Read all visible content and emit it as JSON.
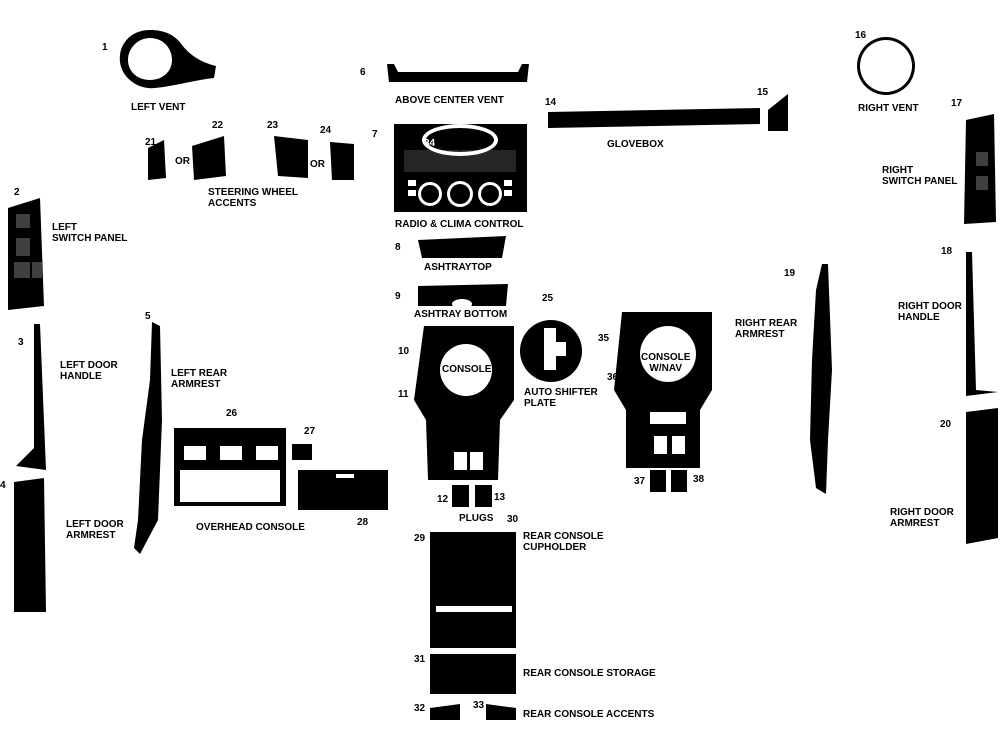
{
  "parts": [
    {
      "num": "1",
      "label": "LEFT VENT"
    },
    {
      "num": "2",
      "label": "LEFT\nSWITCH PANEL"
    },
    {
      "num": "3",
      "label": "LEFT DOOR\nHANDLE"
    },
    {
      "num": "4",
      "label": "LEFT DOOR\nARMREST"
    },
    {
      "num": "5",
      "label": "LEFT REAR\nARMREST"
    },
    {
      "num": "6",
      "label": "ABOVE CENTER VENT"
    },
    {
      "num": "7",
      "label": "RADIO & CLIMA CONTROL"
    },
    {
      "num": "8",
      "label": "ASHTRAYTOP"
    },
    {
      "num": "9",
      "label": "ASHTRAY BOTTOM"
    },
    {
      "num": "10",
      "label": "CONSOLE"
    },
    {
      "num": "11",
      "label": ""
    },
    {
      "num": "12",
      "label": "PLUGS"
    },
    {
      "num": "13",
      "label": ""
    },
    {
      "num": "14",
      "label": "GLOVEBOX"
    },
    {
      "num": "15",
      "label": ""
    },
    {
      "num": "16",
      "label": "RIGHT VENT"
    },
    {
      "num": "17",
      "label": "RIGHT\nSWITCH PANEL"
    },
    {
      "num": "18",
      "label": "RIGHT DOOR\nHANDLE"
    },
    {
      "num": "19",
      "label": "RIGHT REAR\nARMREST"
    },
    {
      "num": "20",
      "label": "RIGHT DOOR\nARMREST"
    },
    {
      "num": "21",
      "label": ""
    },
    {
      "num": "22",
      "label": "STEERING WHEEL\nACCENTS"
    },
    {
      "num": "23",
      "label": ""
    },
    {
      "num": "24",
      "label": ""
    },
    {
      "num": "25",
      "label": "AUTO SHIFTER\nPLATE"
    },
    {
      "num": "26",
      "label": "OVERHEAD CONSOLE"
    },
    {
      "num": "27",
      "label": ""
    },
    {
      "num": "28",
      "label": ""
    },
    {
      "num": "29",
      "label": ""
    },
    {
      "num": "30",
      "label": "REAR CONSOLE\nCUPHOLDER"
    },
    {
      "num": "31",
      "label": "REAR CONSOLE STORAGE"
    },
    {
      "num": "32",
      "label": ""
    },
    {
      "num": "33",
      "label": "REAR CONSOLE ACCENTS"
    },
    {
      "num": "34",
      "label": ""
    },
    {
      "num": "35",
      "label": "CONSOLE\nW/NAV"
    },
    {
      "num": "36",
      "label": ""
    },
    {
      "num": "37",
      "label": ""
    },
    {
      "num": "38",
      "label": ""
    }
  ],
  "or_labels": [
    "OR",
    "OR"
  ]
}
